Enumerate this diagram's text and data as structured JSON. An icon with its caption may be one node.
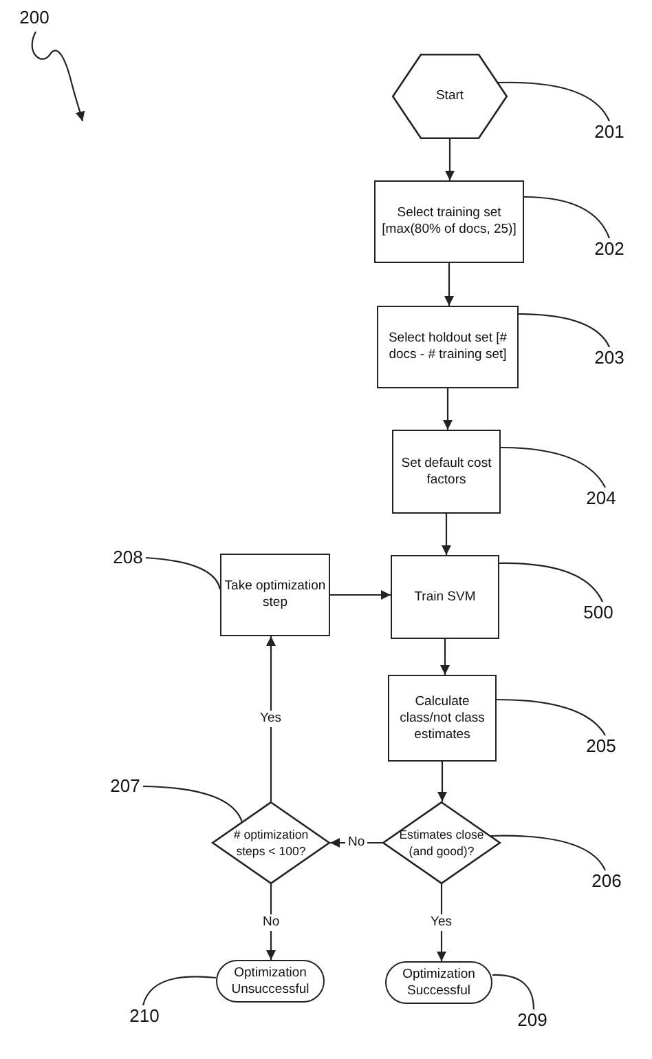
{
  "diagram": {
    "nodes": [
      {
        "text": [
          "Start"
        ]
      },
      {
        "text": [
          "Select training set [max(80% of docs, 25)]"
        ]
      },
      {
        "text": [
          "Select holdout set [# docs - # training set]"
        ]
      },
      {
        "text": [
          "Set default cost factors"
        ]
      },
      {
        "text": [
          "Train SVM"
        ]
      },
      {
        "text": [
          "Take optimization step"
        ]
      },
      {
        "text": [
          "Calculate class/not class estimates"
        ]
      },
      {
        "text": [
          "Estimates close (and good)?"
        ]
      },
      {
        "text": [
          "# optimization steps < 100?"
        ]
      },
      {
        "text": [
          "Optimization Unsuccessful"
        ]
      },
      {
        "text": [
          "Optimization Successful"
        ]
      },
      {
        "text": [
          "200"
        ]
      },
      {
        "text": [
          "201"
        ]
      },
      {
        "text": [
          "202"
        ]
      },
      {
        "text": [
          "203"
        ]
      },
      {
        "text": [
          "204"
        ]
      },
      {
        "text": [
          "500"
        ]
      },
      {
        "text": [
          "205"
        ]
      },
      {
        "text": [
          "206"
        ]
      },
      {
        "text": [
          "207"
        ]
      },
      {
        "text": [
          "208"
        ]
      },
      {
        "text": [
          "209"
        ]
      },
      {
        "text": [
          "210"
        ]
      }
    ],
    "edges": [
      {
        "from": 0,
        "to": 1,
        "arrow": "to"
      },
      {
        "from": 1,
        "to": 2,
        "arrow": "to"
      },
      {
        "from": 2,
        "to": 3,
        "arrow": "to"
      },
      {
        "from": 3,
        "to": 4,
        "arrow": "to"
      },
      {
        "from": 4,
        "to": 6,
        "arrow": "to"
      },
      {
        "from": 6,
        "to": 7,
        "arrow": "to"
      },
      {
        "from": 7,
        "to": 8,
        "label": "No",
        "arrow": "to"
      },
      {
        "from": 8,
        "to": 5,
        "label": "Yes",
        "arrow": "to"
      },
      {
        "from": 5,
        "to": 4,
        "arrow": "to"
      },
      {
        "from": 8,
        "to": 9,
        "label": "No",
        "arrow": "to"
      },
      {
        "from": 7,
        "to": 10,
        "label": "Yes",
        "arrow": "to"
      },
      {
        "from": 11,
        "to": null,
        "arrow": "to"
      },
      {
        "from": 12,
        "to": 0,
        "arrow": "none"
      },
      {
        "from": 13,
        "to": 1,
        "arrow": "none"
      },
      {
        "from": 14,
        "to": 2,
        "arrow": "none"
      },
      {
        "from": 15,
        "to": 3,
        "arrow": "none"
      },
      {
        "from": 16,
        "to": 4,
        "arrow": "none"
      },
      {
        "from": 17,
        "to": 6,
        "arrow": "none"
      },
      {
        "from": 18,
        "to": 7,
        "arrow": "none"
      },
      {
        "from": 19,
        "to": 8,
        "arrow": "none"
      },
      {
        "from": 20,
        "to": 5,
        "arrow": "none"
      },
      {
        "from": 21,
        "to": 10,
        "arrow": "none"
      },
      {
        "from": 22,
        "to": 9,
        "arrow": "none"
      }
    ]
  }
}
